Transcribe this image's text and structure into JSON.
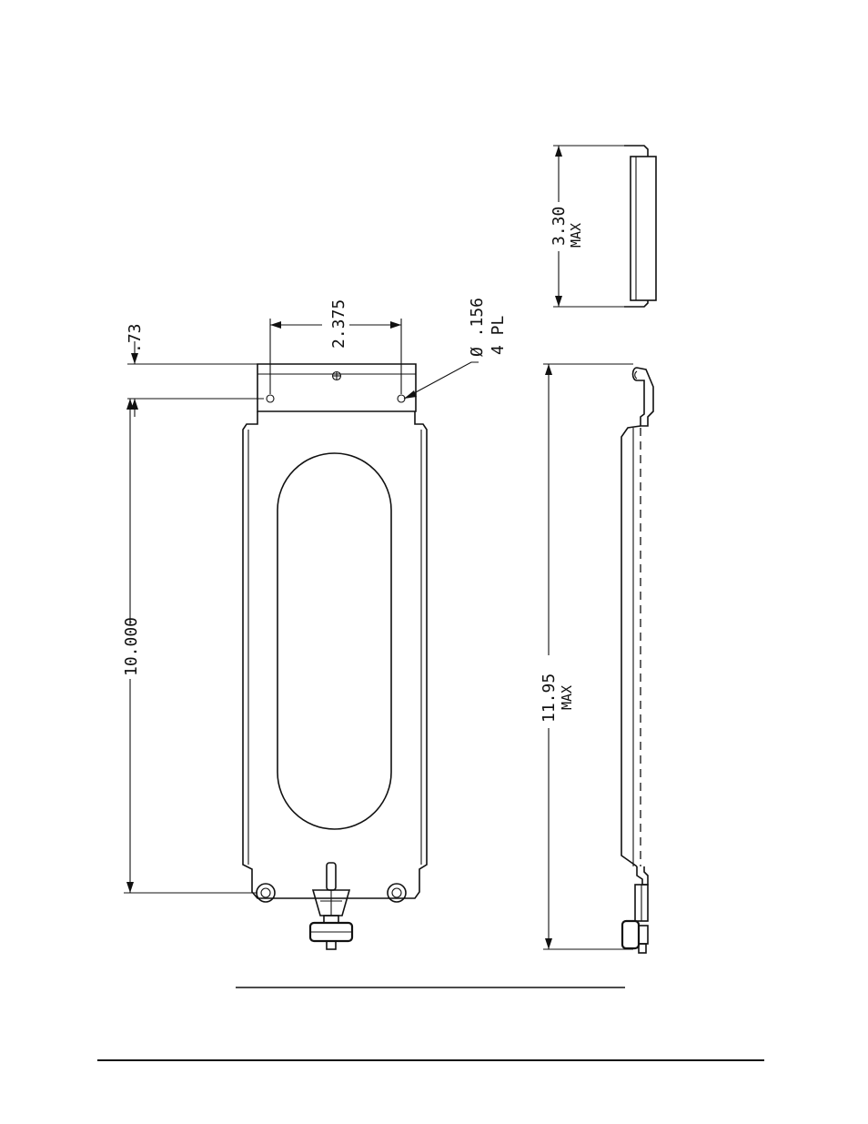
{
  "dimensions": {
    "tab_height": ".73",
    "hole_spacing": "2.375",
    "hole_dia": "Ø .156",
    "hole_count": "4 PL",
    "board_length": "10.000",
    "side_length": "11.95",
    "side_length_note": "MAX",
    "end_height": "3.30",
    "end_height_note": "MAX"
  }
}
